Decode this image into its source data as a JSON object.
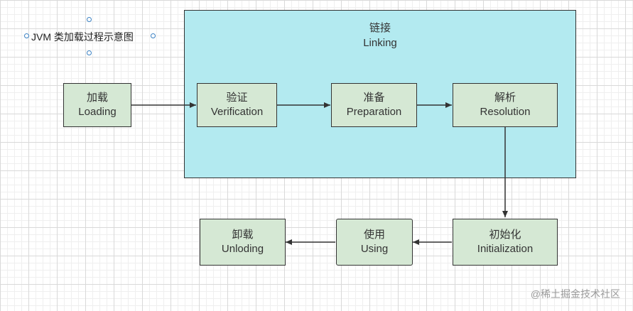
{
  "title": "JVM 类加载过程示意图",
  "group": {
    "title_cn": "链接",
    "title_en": "Linking"
  },
  "nodes": {
    "loading": {
      "cn": "加载",
      "en": "Loading"
    },
    "verification": {
      "cn": "验证",
      "en": "Verification"
    },
    "preparation": {
      "cn": "准备",
      "en": "Preparation"
    },
    "resolution": {
      "cn": "解析",
      "en": "Resolution"
    },
    "initialization": {
      "cn": "初始化",
      "en": "Initialization"
    },
    "using": {
      "cn": "使用",
      "en": "Using"
    },
    "unloading": {
      "cn": "卸载",
      "en": "Unloding"
    }
  },
  "watermark": "@稀土掘金技术社区",
  "colors": {
    "group_fill": "#b3eaf0",
    "node_fill": "#d5e8d4",
    "stroke": "#333333",
    "selection_handle": "#3b82c4"
  }
}
